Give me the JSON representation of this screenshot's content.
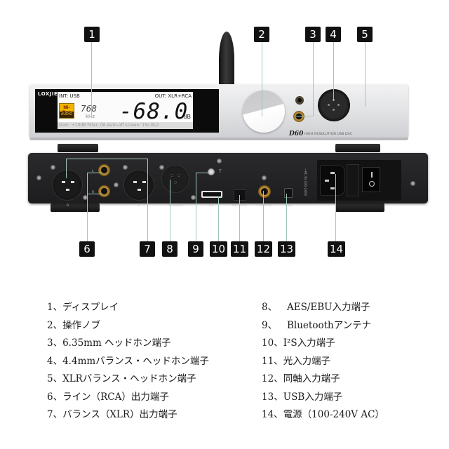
{
  "device": {
    "brand": "LOXJIE",
    "model": "D60",
    "model_subtitle": "HIGH RESOLUTION USB DAC",
    "display": {
      "input": "INT: USB",
      "output": "OUT: XLR+RCA",
      "hires_top": "Hi-Res",
      "hires_bottom": "AUDIO",
      "sample_rate": "768",
      "sample_unit": "kHz",
      "volume": "-68.0",
      "volume_unit": "dB",
      "status_line": "Gain: +10dB  Filter: 06  Auto-off screen: 15s   BL2"
    },
    "rear_labels": {
      "xlr_right": "R",
      "xlr_left": "L",
      "rca_left": "L",
      "rca_right": "R",
      "aes_ebu": "AES/EBU",
      "i2s": "I²S",
      "optical": "OPTICAL",
      "coaxial": "COAXIAL",
      "usb": "USB",
      "antenna": "T",
      "voltage": "~AC IN 100-240V"
    }
  },
  "callouts": {
    "top": [
      "1",
      "2",
      "3",
      "4",
      "5"
    ],
    "bottom": [
      "6",
      "7",
      "8",
      "9",
      "10",
      "11",
      "12",
      "13",
      "14"
    ]
  },
  "legend": {
    "left": [
      {
        "num": "1、",
        "label": "ディスプレイ"
      },
      {
        "num": "2、",
        "label": "操作ノブ"
      },
      {
        "num": "3、",
        "label": "6.35mm ヘッドホン端子"
      },
      {
        "num": "4、",
        "label": "4.4mmバランス・ヘッドホン端子"
      },
      {
        "num": "5、",
        "label": "XLRバランス・ヘッドホン端子"
      },
      {
        "num": "6、",
        "label": "ライン（RCA）出力端子"
      },
      {
        "num": "7、",
        "label": "バランス（XLR）出力端子"
      }
    ],
    "right": [
      {
        "num": "8、  ",
        "label": "AES/EBU入力端子"
      },
      {
        "num": "9、  ",
        "label": "Bluetoothアンテナ"
      },
      {
        "num": "10、",
        "label": "I²S入力端子"
      },
      {
        "num": "11、",
        "label": "光入力端子"
      },
      {
        "num": "12、",
        "label": "同軸入力端子"
      },
      {
        "num": "13、",
        "label": "USB入力端子"
      },
      {
        "num": "14、",
        "label": "電源（100-240V AC）"
      }
    ]
  },
  "colors": {
    "leader_line": "#9fc9b6",
    "badge_bg": "#111111",
    "hires_gold": "#f0b400"
  }
}
